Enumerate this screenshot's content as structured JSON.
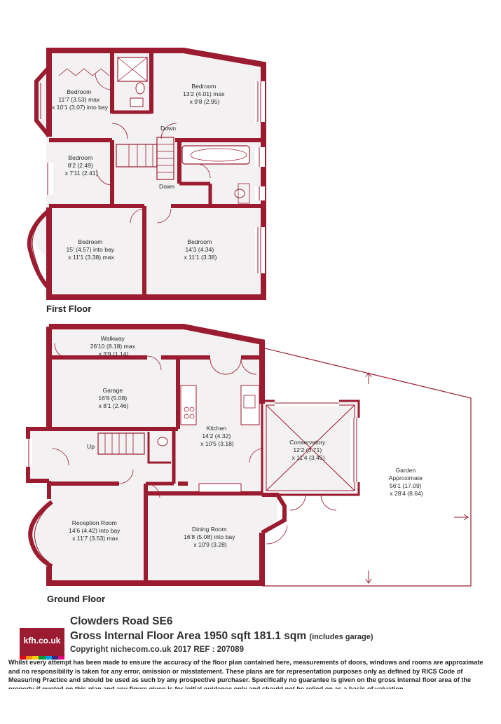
{
  "colors": {
    "wall": "#9b1b30",
    "floor": "#f3f1f1",
    "bg": "#ffffff"
  },
  "floors": {
    "first": "First Floor",
    "ground": "Ground Floor"
  },
  "rooms": {
    "ff_bed1": [
      "Bedroom",
      "11'7 (3.53) max",
      "x 10'1 (3.07) into bay"
    ],
    "ff_bed2": [
      "Bedroom",
      "13'2 (4.01) max",
      "x 9'8 (2.95)"
    ],
    "ff_bed3": [
      "Bedroom",
      "8'2 (2.49)",
      "x 7'11 (2.41)"
    ],
    "ff_bed4": [
      "Bedroom",
      "15' (4.57) into bay",
      "x 11'1 (3.38) max"
    ],
    "ff_bed5": [
      "Bedroom",
      "14'3 (4.34)",
      "x 11'1 (3.38)"
    ],
    "walkway": [
      "Walkway",
      "26'10 (8.18) max",
      "x 3'9 (1.14)"
    ],
    "garage": [
      "Garage",
      "16'8 (5.08)",
      "x 8'1 (2.46)"
    ],
    "kitchen": [
      "Kitchen",
      "14'2 (4.32)",
      "x 10'5 (3.18)"
    ],
    "conservatory": [
      "Conservatory",
      "12'2 (3.71)",
      "x 11'4 (3.45)"
    ],
    "garden": [
      "Garden",
      "Approximate",
      "56'1 (17.09)",
      "x 28'4 (8.64)"
    ],
    "reception": [
      "Reception Room",
      "14'6 (4.42) into bay",
      "x 11'7 (3.53) max"
    ],
    "dining": [
      "Dining Room",
      "16'8 (5.08) into bay",
      "x 10'9 (3.28)"
    ]
  },
  "stair_labels": {
    "down1": "Down",
    "down2": "Down",
    "up": "Up"
  },
  "footer": {
    "logo": "kfh.co.uk",
    "logo_colors": [
      "#e30613",
      "#f39200",
      "#ffcc00",
      "#009640",
      "#009fe3",
      "#312783",
      "#e6007e"
    ],
    "title": "Clowders Road SE6",
    "area": "Gross Internal Floor Area 1950 sqft 181.1 sqm",
    "area_note": "(includes garage)",
    "copyright": "Copyright nichecom.co.uk 2017 REF : 207089",
    "disclaimer": "Whilst every attempt has been made to ensure the accuracy of the floor plan contained here, measurements of doors, windows and rooms are approximate and no responsibility is taken for any error, omission or misstatement.  These plans are for representation purposes only as defined by RICS Code of Measuring Practice and should be used as such by any prospective purchaser.  Specifically no guarantee is given on the gross internal floor area of the property if quoted on this plan and any figure given is for initial guidance only and should not be relied on as a basis of valuation."
  }
}
